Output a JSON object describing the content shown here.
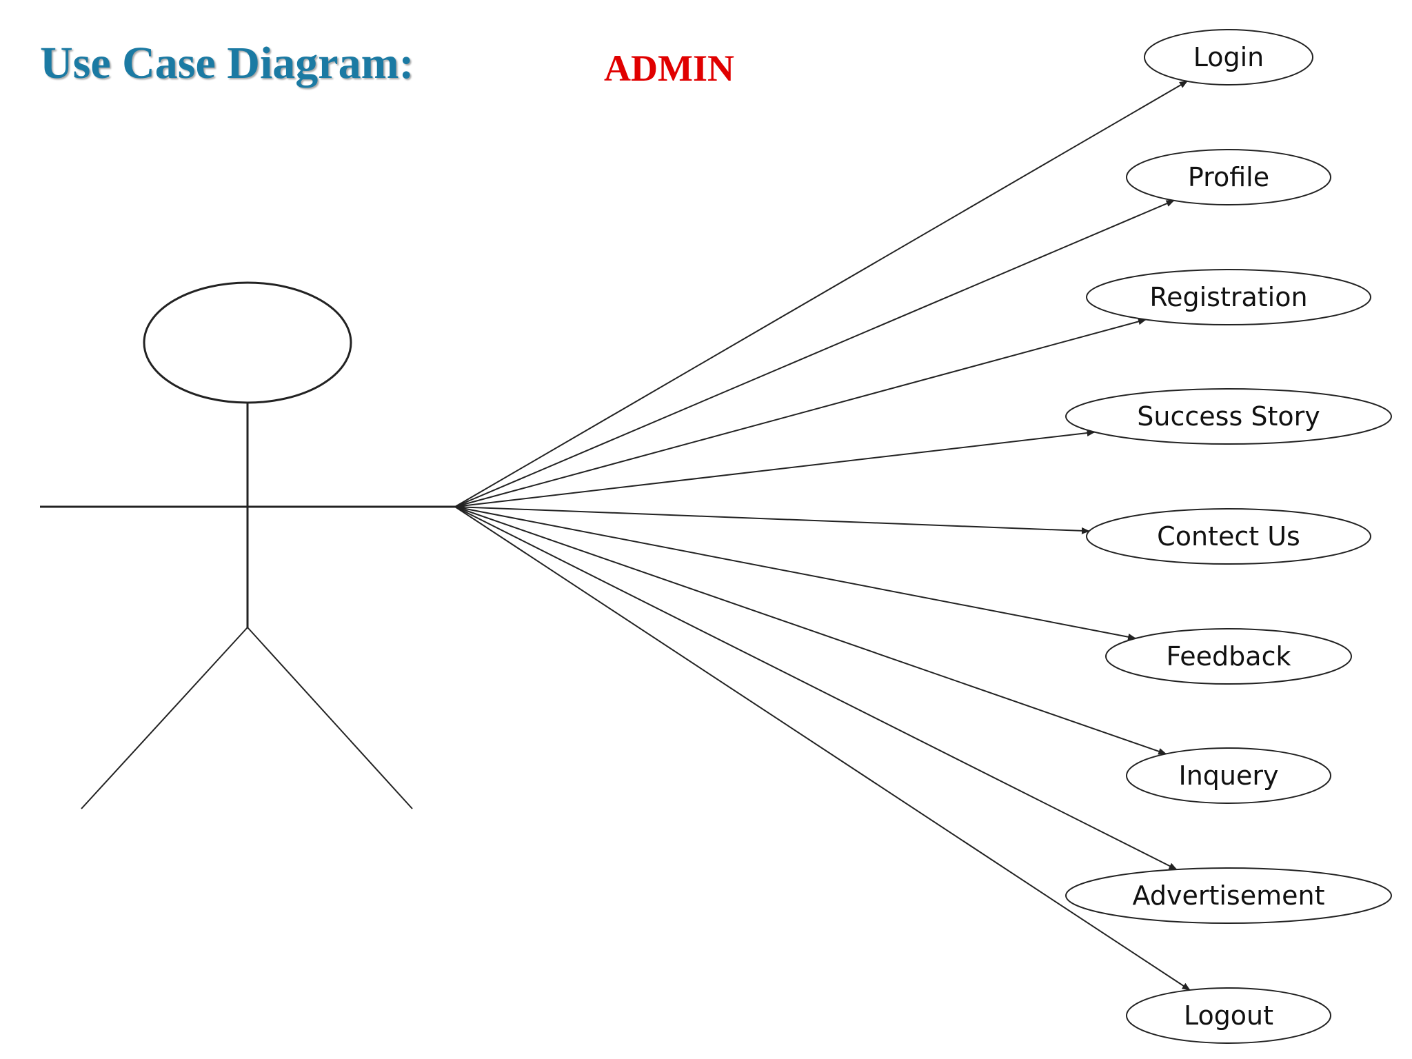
{
  "title": "Use Case Diagram:",
  "actor_label": "ADMIN",
  "colors": {
    "title": "#1b7aa3",
    "actor_label": "#e00000",
    "lines": "#222222"
  },
  "use_cases": [
    {
      "id": "login",
      "label": "Login"
    },
    {
      "id": "profile",
      "label": "Profile"
    },
    {
      "id": "registration",
      "label": "Registration"
    },
    {
      "id": "success-story",
      "label": "Success Story"
    },
    {
      "id": "contect-us",
      "label": "Contect Us"
    },
    {
      "id": "feedback",
      "label": "Feedback"
    },
    {
      "id": "inquery",
      "label": "Inquery"
    },
    {
      "id": "advertisement",
      "label": "Advertisement"
    },
    {
      "id": "logout",
      "label": "Logout"
    }
  ]
}
